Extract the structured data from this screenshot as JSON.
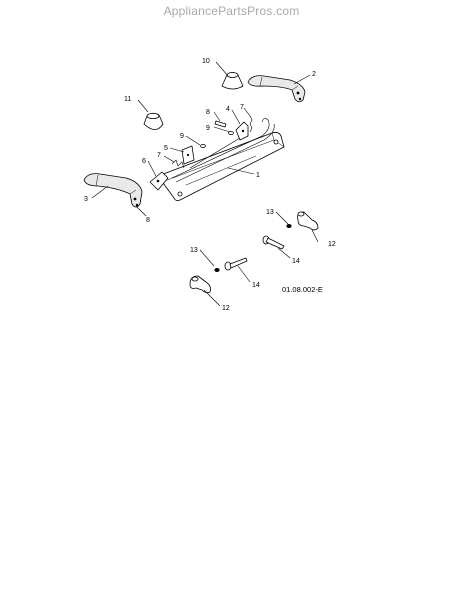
{
  "watermark": "AppliancePartsPros.com",
  "diagram_code": "01.08.002-E",
  "callouts": {
    "c1": "1",
    "c2": "2",
    "c3": "3",
    "c4": "4",
    "c5": "5",
    "c6": "6",
    "c7a": "7",
    "c7b": "7",
    "c8a": "8",
    "c8b": "8",
    "c9a": "9",
    "c9b": "9",
    "c10": "10",
    "c11": "11",
    "c12a": "12",
    "c12b": "12",
    "c13a": "13",
    "c13b": "13",
    "c14a": "14",
    "c14b": "14"
  }
}
